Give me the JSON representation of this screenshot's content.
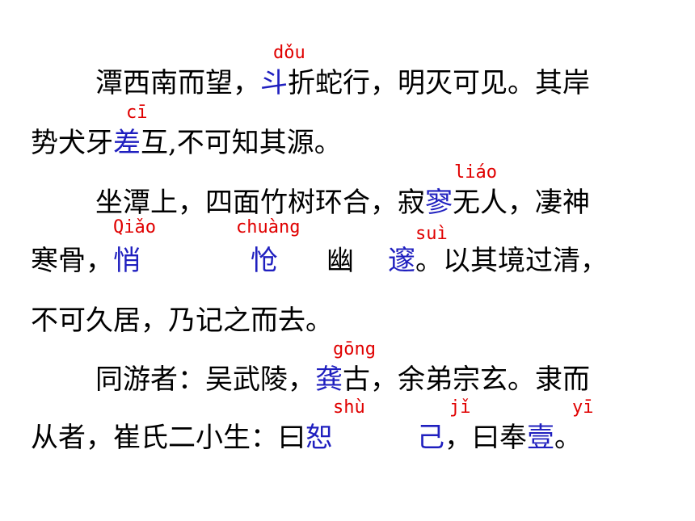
{
  "colors": {
    "text": "#000000",
    "highlight": "#1f1fbf",
    "pinyin": "#e00000",
    "background": "#ffffff"
  },
  "paragraph1": {
    "line1": {
      "pre": "潭西南而望，",
      "hl": "斗",
      "post": "折蛇行，明灭可见。其岸"
    },
    "line2": {
      "pre": "势犬牙",
      "hl": "差",
      "post": "互,不可知其源。"
    },
    "pinyin": {
      "dou": "dǒu",
      "ci": "cī"
    }
  },
  "paragraph2": {
    "line1": {
      "pre": "坐潭上，四面竹树环合，寂",
      "hl": "寥",
      "post": "无人，凄神"
    },
    "line2": {
      "pre": "寒骨，",
      "hl1": "悄",
      "hl2": "怆",
      "mid": "幽",
      "hl3": "邃",
      "post": "。以其境过清，"
    },
    "line3": {
      "text": "不可久居，乃记之而去。"
    },
    "pinyin": {
      "liao": "liáo",
      "qiao": "Qiǎo",
      "chuang": "chuàng",
      "sui": "suì"
    }
  },
  "paragraph3": {
    "line1": {
      "pre": "同游者：吴武陵，",
      "hl": "龚",
      "post": "古，余弟宗玄。隶而"
    },
    "line2": {
      "pre": "从者，崔氏二小生：曰",
      "hl1": "恕",
      "hl2": "己",
      "mid": "，曰奉",
      "hl3": "壹",
      "post": "。"
    },
    "pinyin": {
      "gong": "gōng",
      "shu": "shù",
      "ji": "jǐ",
      "yi": "yī"
    }
  }
}
